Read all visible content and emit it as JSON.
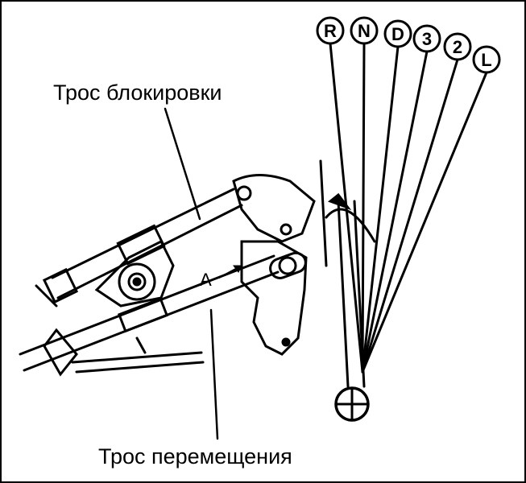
{
  "labels": {
    "lock_cable": "Трос блокировки",
    "shift_cable": "Трос перемещения",
    "point_a": "A"
  },
  "gear_positions": [
    "R",
    "N",
    "D",
    "3",
    "2",
    "L"
  ],
  "colors": {
    "line": "#000000",
    "background": "#ffffff"
  }
}
